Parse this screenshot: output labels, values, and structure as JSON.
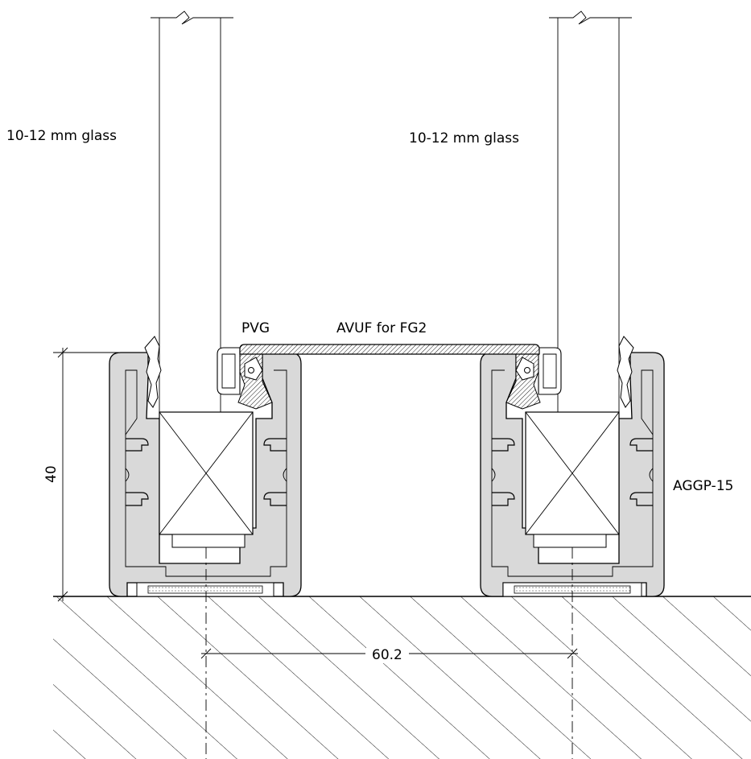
{
  "labels": {
    "glass_left": "10-12 mm glass",
    "glass_right": "10-12 mm glass",
    "pvg": "PVG",
    "avuf": "AVUF for FG2",
    "profile": "AGGP-15"
  },
  "dimensions": {
    "height": "40",
    "spacing": "60.2"
  },
  "colors": {
    "line": "#000000",
    "profile_fill": "#d9d9d9",
    "background": "#ffffff"
  }
}
